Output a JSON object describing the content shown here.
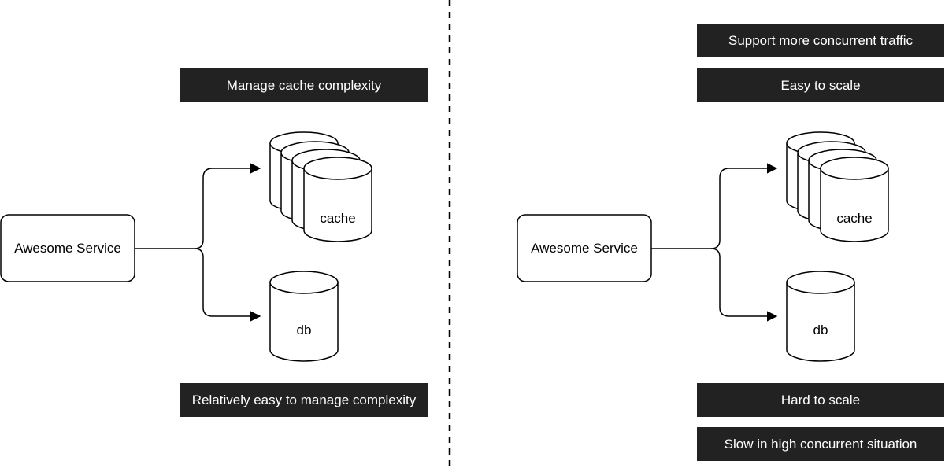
{
  "left": {
    "service_label": "Awesome Service",
    "cache_label": "cache",
    "db_label": "db",
    "top_note": "Manage cache complexity",
    "bottom_note": "Relatively easy to manage complexity"
  },
  "right": {
    "service_label": "Awesome Service",
    "cache_label": "cache",
    "db_label": "db",
    "top_notes": [
      "Support more concurrent traffic",
      "Easy to scale"
    ],
    "bottom_notes": [
      "Hard to scale",
      "Slow in high concurrent situation"
    ]
  },
  "colors": {
    "note_background": "#222222",
    "note_text": "#ffffff",
    "stroke": "#000000"
  }
}
